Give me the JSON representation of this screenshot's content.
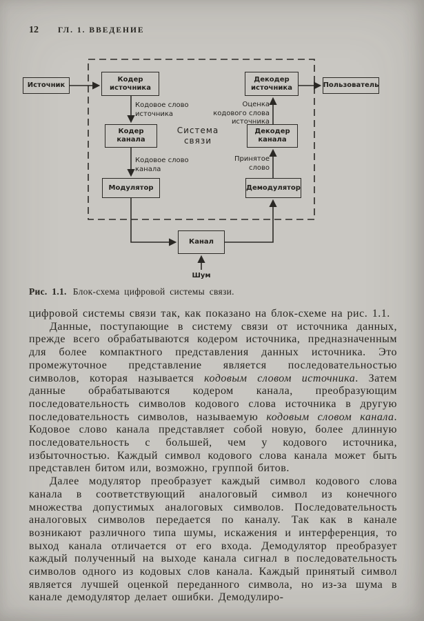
{
  "page": {
    "number": "12",
    "running_head": "ГЛ. 1. ВВЕДЕНИЕ"
  },
  "figure": {
    "caption_label": "Рис. 1.1.",
    "caption_text": "Блок-схема цифровой системы связи.",
    "blocks": {
      "source": "Источник",
      "source_encoder": "Кодер\nисточника",
      "channel_encoder": "Кодер\nканала",
      "modulator": "Модулятор",
      "channel": "Канал",
      "demodulator": "Демодулятор",
      "channel_decoder": "Декодер\nканала",
      "source_decoder": "Декодер\nисточника",
      "user": "Пользователь"
    },
    "labels": {
      "source_codeword": "Кодовое слово\nисточника",
      "channel_codeword": "Кодовое слово\nканала",
      "system": "Система\nсвязи",
      "estimate": "Оценка\nкодового слова\nисточника",
      "received_word": "Принятое\nслово",
      "noise": "Шум"
    }
  },
  "body": {
    "paragraphs": [
      {
        "indent": false,
        "segments": [
          {
            "text": "цифровой системы связи так, как показано на блок-схеме на рис. 1.1.",
            "italic": false
          }
        ]
      },
      {
        "indent": true,
        "segments": [
          {
            "text": "Данные, поступающие в систему связи от источника данных, прежде всего обрабатываются кодером источника, предназначенным для более компактного представления данных источника. Это промежуточное представление является последовательностью символов, которая называется ",
            "italic": false
          },
          {
            "text": "кодовым словом источника",
            "italic": true
          },
          {
            "text": ". Затем данные обрабатываются кодером канала, преобразующим последовательность символов кодового слова источника в другую последовательность символов, называемую ",
            "italic": false
          },
          {
            "text": "кодовым словом канала",
            "italic": true
          },
          {
            "text": ". Кодовое слово канала представляет собой новую, более длинную последовательность с большей, чем у кодового источника, избыточностью. Каждый символ кодового слова канала может быть представлен битом или, возможно, группой битов.",
            "italic": false
          }
        ]
      },
      {
        "indent": true,
        "segments": [
          {
            "text": "Далее модулятор преобразует каждый символ кодового слова канала в соответствующий аналоговый символ из конечного множества допустимых аналоговых символов. Последовательность аналоговых символов передается по каналу. Так как в канале возникают различного типа шумы, искажения и интерференция, то выход канала отличается от его входа. Демодулятор преобразует каждый полученный на выходе канала сигнал в последовательность символов одного из кодовых слов канала. Каждый принятый символ является лучшей оценкой переданного символа, но из-за шума в канале демодулятор делает ошибки. Демодулиро-",
            "italic": false
          }
        ]
      }
    ]
  }
}
